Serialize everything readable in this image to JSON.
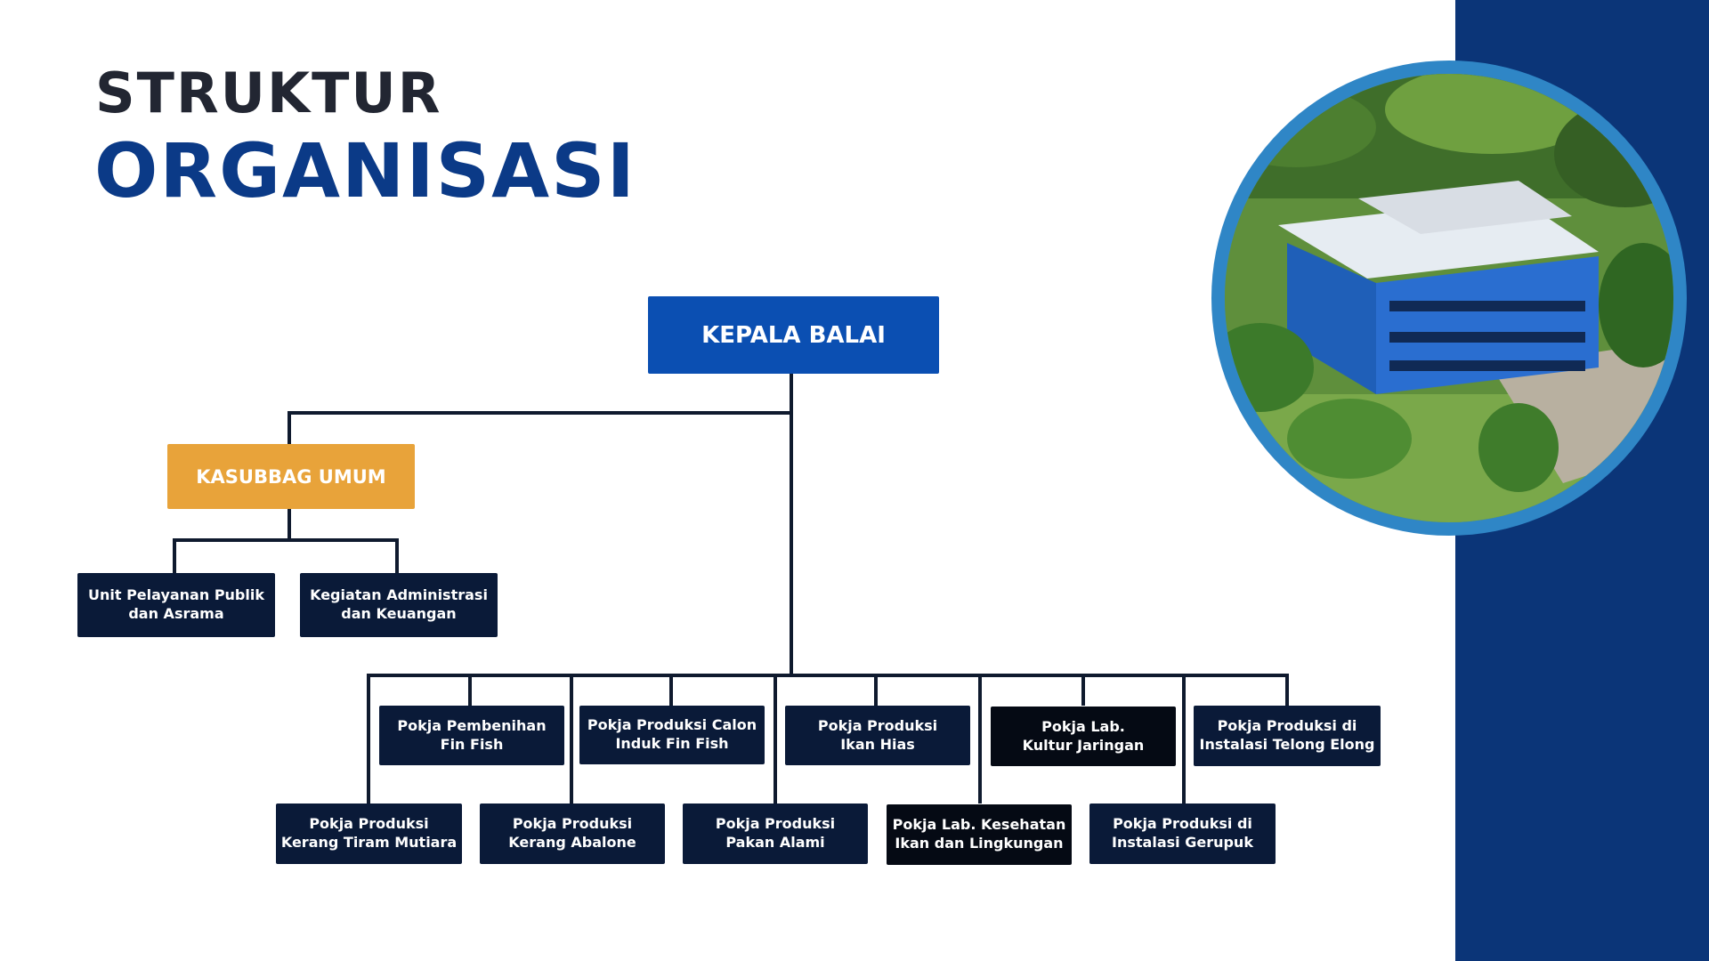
{
  "title": {
    "line1": "STRUKTUR",
    "line2": "ORGANISASI"
  },
  "colors": {
    "accent_navy": "#0b3578",
    "head_blue": "#0b4fb2",
    "sub_orange": "#e8a33a",
    "unit_navy": "#0a1a38",
    "connector": "#0f1a2e"
  },
  "org": {
    "head": "KEPALA BALAI",
    "sub": "KASUBBAG UMUM",
    "sub_units": [
      "Unit Pelayanan Publik\ndan Asrama",
      "Kegiatan Administrasi\ndan Keuangan"
    ],
    "upper_row": [
      "Pokja Pembenihan\nFin Fish",
      "Pokja Produksi Calon\nInduk Fin Fish",
      "Pokja Produksi\nIkan Hias",
      "Pokja Lab.\nKultur Jaringan",
      "Pokja Produksi di\nInstalasi Telong Elong"
    ],
    "lower_row": [
      "Pokja Produksi\nKerang Tiram Mutiara",
      "Pokja Produksi\nKerang Abalone",
      "Pokja Produksi\nPakan Alami",
      "Pokja Lab. Kesehatan\nIkan dan Lingkungan",
      "Pokja Produksi di\nInstalasi Gerupuk"
    ]
  },
  "photo": {
    "subject": "aerial-view-blue-office-building"
  }
}
